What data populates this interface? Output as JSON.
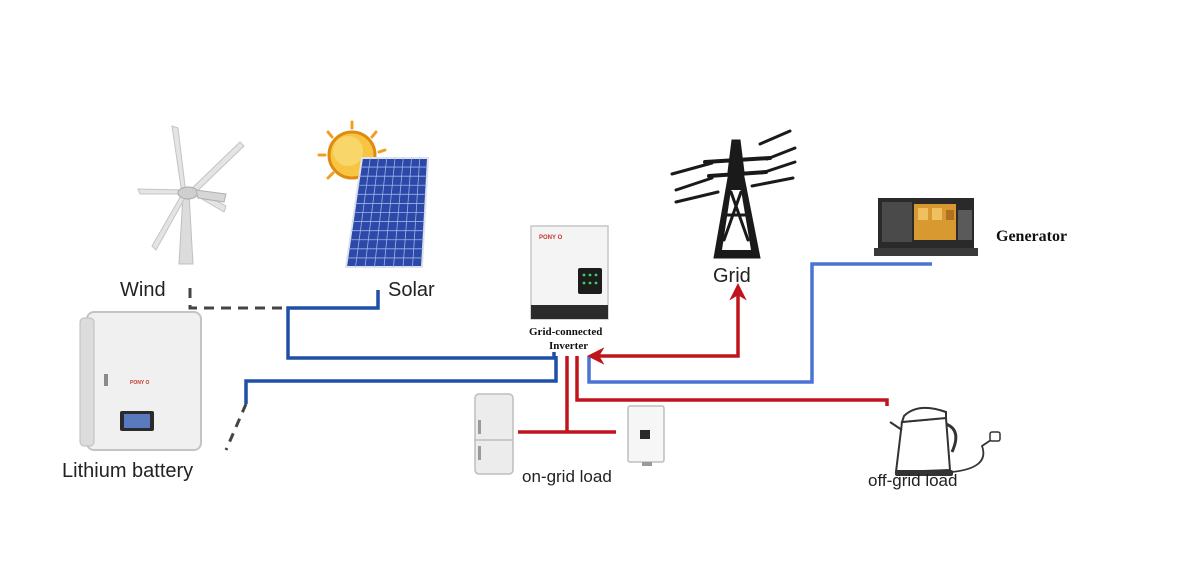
{
  "labels": {
    "wind": "Wind",
    "solar": "Solar",
    "grid": "Grid",
    "generator": "Generator",
    "inverter_line1": "Grid-connected",
    "inverter_line2": "Inverter",
    "battery": "Lithium battery",
    "on_grid_load": "on-grid load",
    "off_grid_load": "off-grid load",
    "brand": "PONY O"
  },
  "colors": {
    "dc_line": "#1f4fa8",
    "generator_line": "#4a74d4",
    "ac_line": "#c0141c",
    "dashed_line": "#444444",
    "sun": "#f0a020",
    "panel": "#2c48a8",
    "tower": "#1a1a1a",
    "generator_body": "#d89a30"
  },
  "icons": {
    "wind": "wind-turbine-icon",
    "solar": "solar-panel-icon",
    "grid": "transmission-tower-icon",
    "generator": "diesel-generator-icon",
    "inverter": "inverter-icon",
    "battery": "battery-icon",
    "fridge": "refrigerator-icon",
    "heater": "water-heater-icon",
    "kettle": "electric-kettle-icon"
  }
}
